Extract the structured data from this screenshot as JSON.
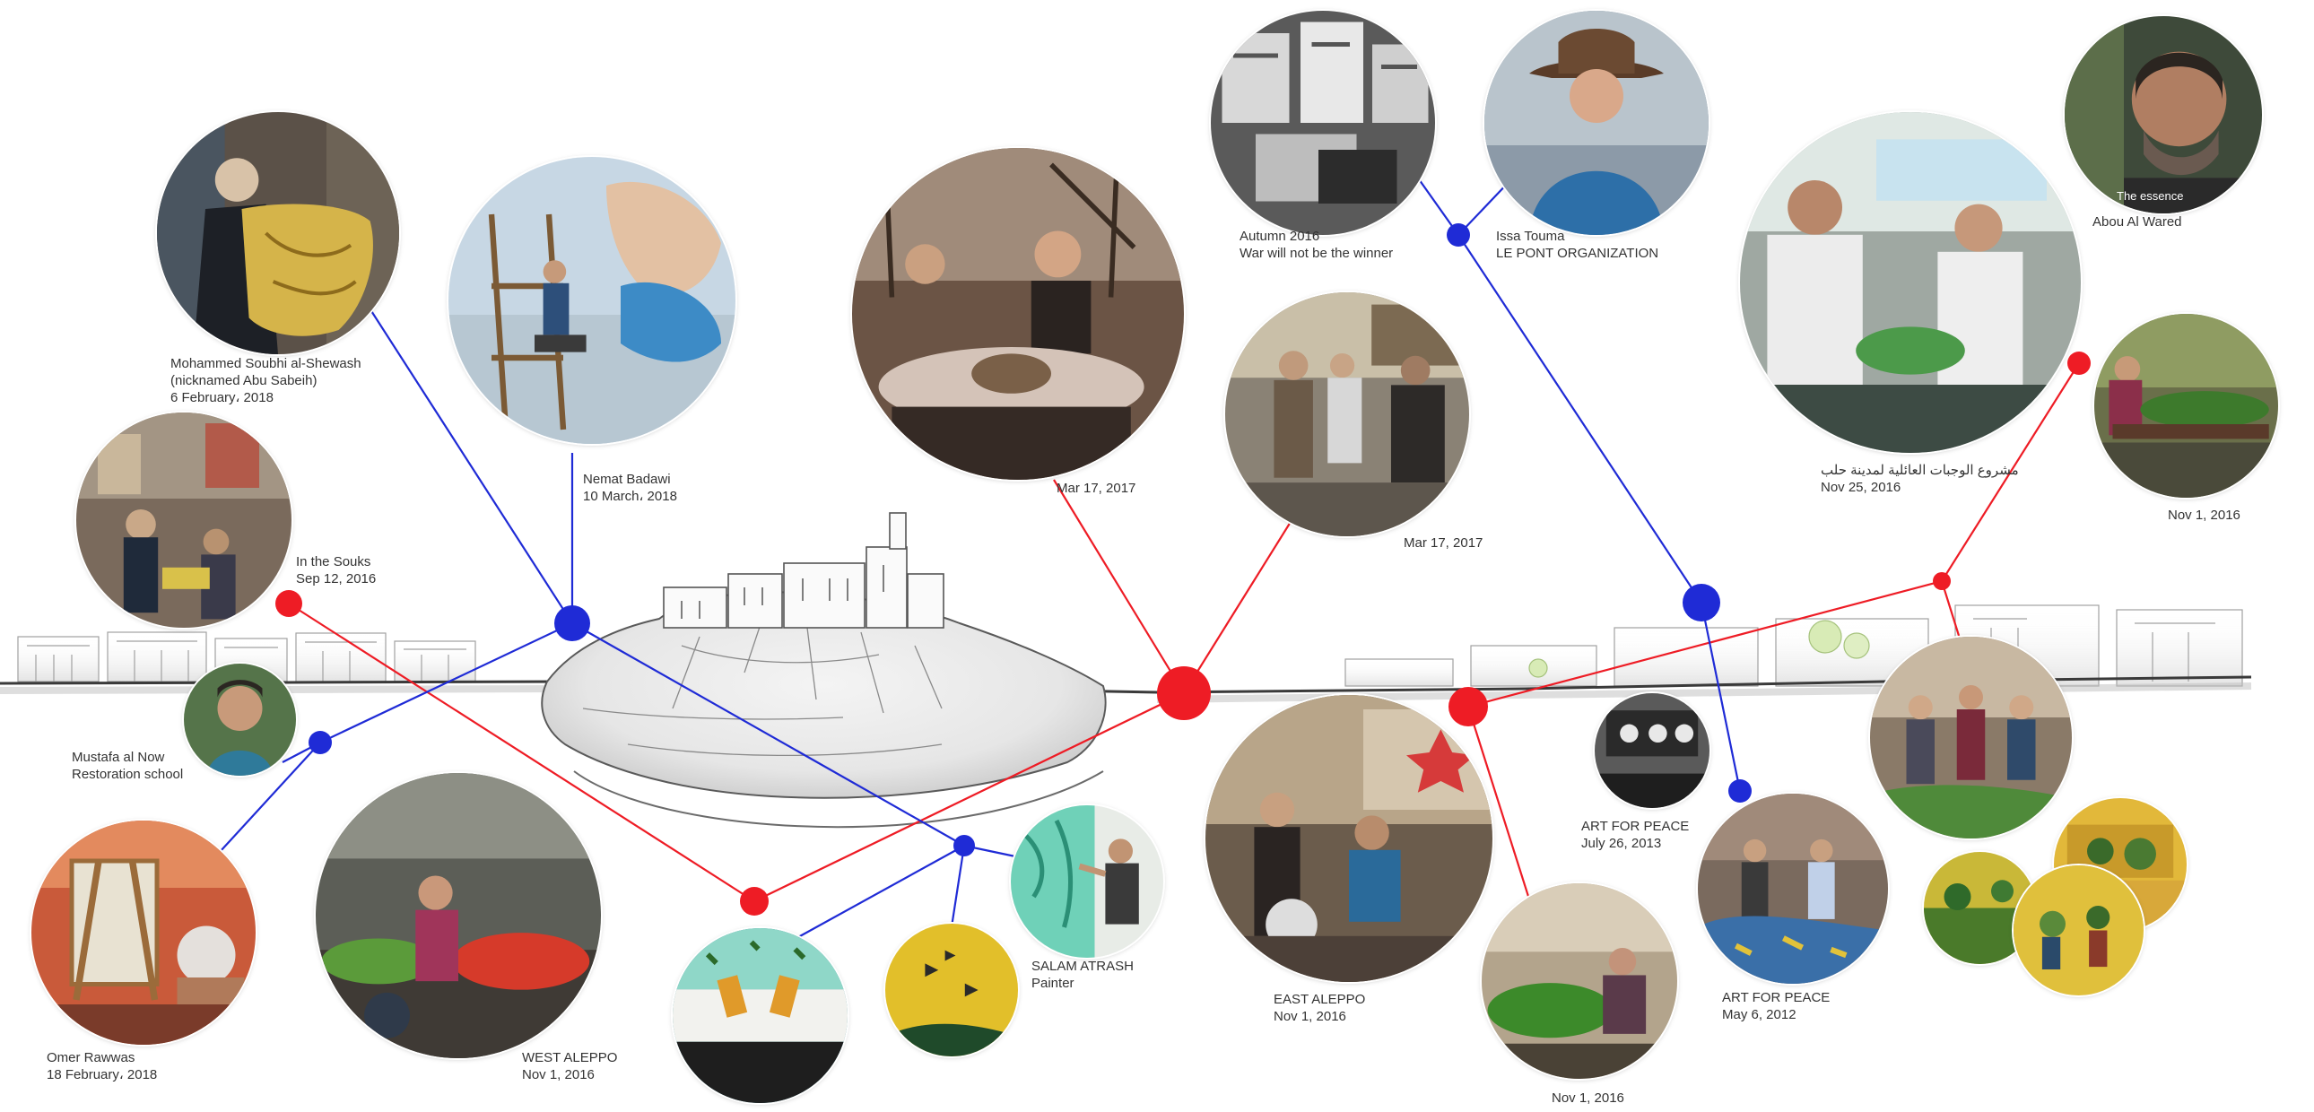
{
  "colors": {
    "red": "#ee1c25",
    "blue": "#1f2bd6",
    "ground": "#3a3a3a",
    "sketch": "#6b6b6b"
  },
  "nodes": {
    "n1": {
      "color": "red"
    },
    "n2": {
      "color": "red"
    },
    "n3": {
      "color": "red"
    },
    "n4": {
      "color": "red"
    },
    "n5": {
      "color": "red"
    },
    "n6": {
      "color": "red"
    },
    "n7": {
      "color": "blue"
    },
    "n8": {
      "color": "blue"
    },
    "n9": {
      "color": "blue"
    },
    "n10": {
      "color": "blue"
    },
    "n11": {
      "color": "blue"
    },
    "n12": {
      "color": "blue"
    }
  },
  "captions": {
    "soubhi": {
      "line1": "Mohammed Soubhi al-Shewash",
      "line2": "(nicknamed Abu Sabeih)",
      "line3": "6 February، 2018"
    },
    "nemat": {
      "line1": "Nemat Badawi",
      "line2": "10 March، 2018"
    },
    "souks": {
      "line1": "In the Souks",
      "line2": "Sep 12, 2016"
    },
    "mustafa": {
      "line1": "Mustafa al Now",
      "line2": "Restoration school"
    },
    "omer": {
      "line1": "Omer Rawwas",
      "line2": "18 February، 2018"
    },
    "west": {
      "line1": "WEST ALEPPO",
      "line2": "Nov 1, 2016"
    },
    "mar17a": {
      "line1": "Mar 17, 2017"
    },
    "mar17b": {
      "line1": "Mar 17, 2017"
    },
    "autumn": {
      "line1": "Autumn 2016",
      "line2": "War will not be the winner"
    },
    "issa": {
      "line1": "Issa Touma",
      "line2": "LE PONT ORGANIZATION"
    },
    "abou": {
      "line1": "Abou Al Wared"
    },
    "kitchen": {
      "line1": "مشروع الوجبات العائلية لمدينة حلب",
      "line2": "Nov 25, 2016"
    },
    "nov1a": {
      "line1": "Nov 1, 2016"
    },
    "salam": {
      "line1": "SALAM ATRASH",
      "line2": "Painter"
    },
    "east": {
      "line1": "EAST ALEPPO",
      "line2": "Nov 1, 2016"
    },
    "nov1b": {
      "line1": "Nov 1, 2016"
    },
    "afp2013": {
      "line1": "ART FOR PEACE",
      "line2": "July 26, 2013"
    },
    "afp2012": {
      "line1": "ART FOR PEACE",
      "line2": "May 6, 2012"
    }
  },
  "photos": {
    "soubhi": {
      "subject": "elderly craftsman holding gold embroidered fabric"
    },
    "nemat": {
      "subject": "painter on scaffold with mural"
    },
    "souks": {
      "subject": "crowded souk market stalls"
    },
    "mustafa": {
      "subject": "portrait of man"
    },
    "omer": {
      "subject": "artist at easel"
    },
    "west": {
      "subject": "fruit and vegetable market"
    },
    "mar17": {
      "subject": "people around cooking pot"
    },
    "mar17b": {
      "subject": "men standing in street"
    },
    "autumn": {
      "subject": "war will not be the winner signs"
    },
    "issa": {
      "subject": "man in hat and blue shirt"
    },
    "abou": {
      "subject": "man portrait, caption The essence"
    },
    "abou_overlay": "The essence",
    "kitchen": {
      "subject": "community kitchen cooks"
    },
    "nov1a": {
      "subject": "vendor with vegetables"
    },
    "salam": {
      "subject": "painter at turquoise wall"
    },
    "flag": {
      "subject": "painted flag artwork"
    },
    "yellow": {
      "subject": "yellow painting with birds"
    },
    "east": {
      "subject": "street market in east aleppo"
    },
    "nov1b": {
      "subject": "herb vendor"
    },
    "afp2013": {
      "subject": "art for peace event"
    },
    "afp2012": {
      "subject": "children painting"
    },
    "tea": {
      "subject": "people in courtyard"
    },
    "art1": {
      "subject": "painting of green landscape"
    },
    "art2": {
      "subject": "painting of courtyard"
    },
    "art3": {
      "subject": "yellow painting of people"
    }
  }
}
